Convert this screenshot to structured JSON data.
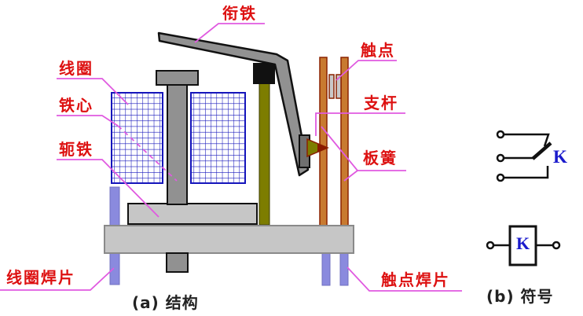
{
  "colors": {
    "label_red": "#dd1111",
    "leader_magenta": "#e05ae0",
    "coil_blue": "#1515bb",
    "metal_gray": "#919191",
    "dark_gray": "#6f6f6f",
    "light_gray": "#c6c6c6",
    "olive": "#7d7d00",
    "spring_orange": "#c87a30",
    "spring_border": "#8b2200",
    "tab_blue": "#8a8ade",
    "symbol_blue": "#1a1acc",
    "ink": "#111111",
    "caption": "#222222"
  },
  "figure": {
    "part_labels": {
      "armature": "衔铁",
      "coil": "线圈",
      "iron_core": "铁心",
      "yoke": "轭铁",
      "coil_solder_tab": "线圈焊片",
      "contact": "触点",
      "support_rod": "支杆",
      "leaf_spring": "板簧",
      "contact_solder_tab": "触点焊片"
    },
    "captions": {
      "structure": "(a) 结构",
      "symbol": "(b) 符号"
    },
    "relay_symbol": {
      "switch_letter": "K",
      "coil_letter": "K"
    }
  }
}
